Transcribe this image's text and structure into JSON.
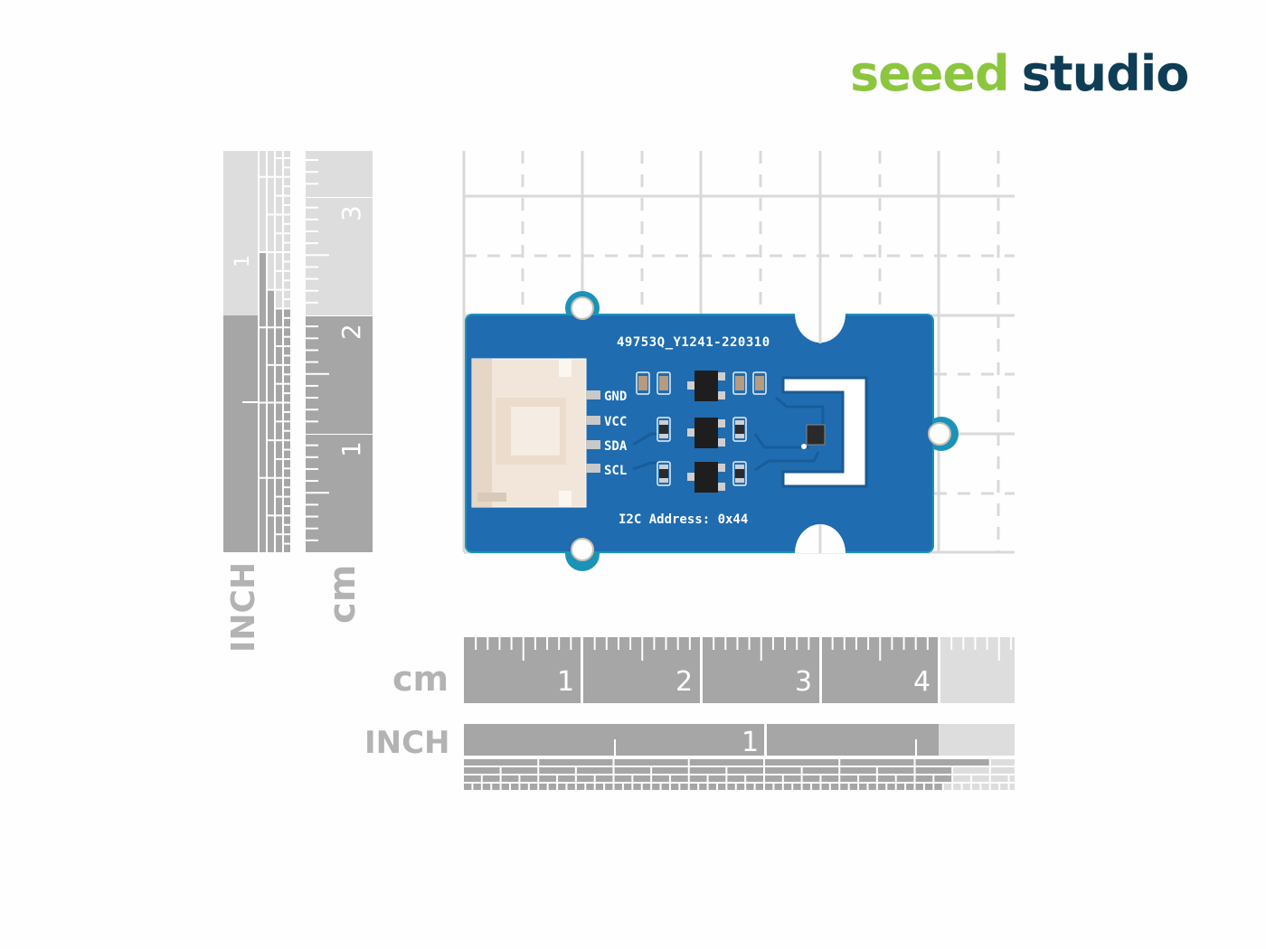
{
  "brand": {
    "part1": "seeed",
    "part2": "studio",
    "colors": {
      "green": "#8cc63f",
      "navy": "#0e3d55"
    }
  },
  "rulers": {
    "vertical_inch": {
      "unit_label": "INCH",
      "tick_labels": [
        "1"
      ]
    },
    "vertical_cm": {
      "unit_label": "cm",
      "tick_labels": [
        "1",
        "2",
        "3"
      ]
    },
    "horizontal_cm": {
      "unit_label": "cm",
      "tick_labels": [
        "1",
        "2",
        "3",
        "4"
      ]
    },
    "horizontal_inch": {
      "unit_label": "INCH",
      "tick_labels": [
        "1"
      ]
    },
    "colors": {
      "dark": "#a6a6a6",
      "light": "#dddddd",
      "grid": "#d9d9d9"
    }
  },
  "board": {
    "part_code": "49753Q_Y1241-220310",
    "address_label": "I2C Address: 0x44",
    "pins": [
      "GND",
      "VCC",
      "SDA",
      "SCL"
    ],
    "colors": {
      "pcb": "#1f6cb0",
      "edge": "#1b93b8",
      "connector": "#f2e6da"
    }
  }
}
